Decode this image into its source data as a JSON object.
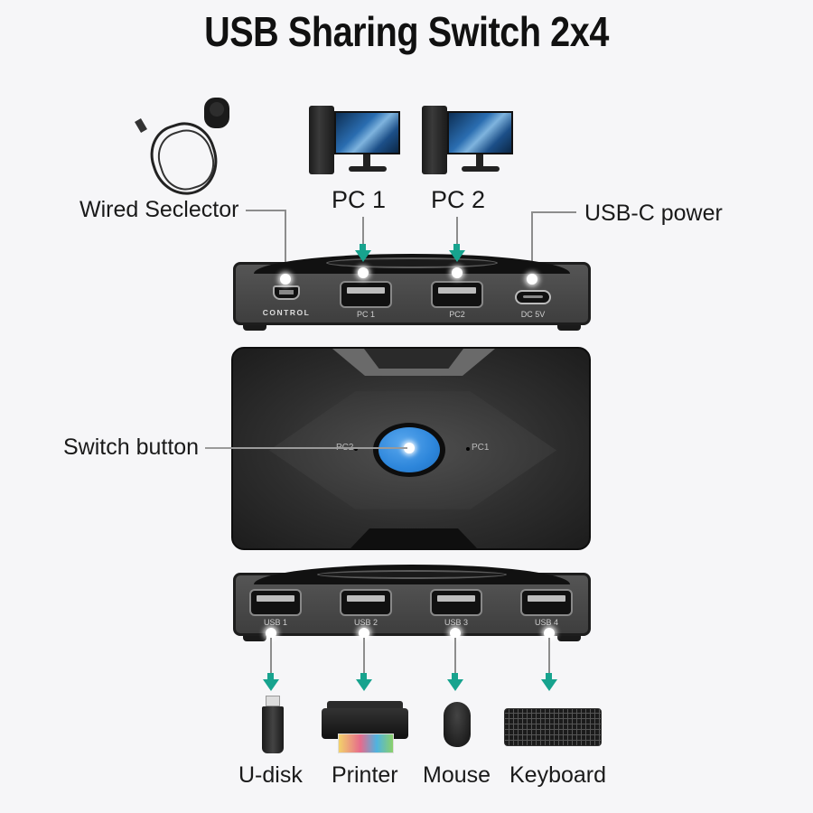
{
  "title": "USB Sharing Switch 2x4",
  "callouts": {
    "wired_selector": "Wired Seclector",
    "pc1": "PC 1",
    "pc2": "PC 2",
    "usbc_power": "USB-C power",
    "switch_button": "Switch button"
  },
  "top_panel": {
    "ports": [
      {
        "label": "CONTROL",
        "type": "mini-usb"
      },
      {
        "label": "PC 1",
        "type": "usb-a"
      },
      {
        "label": "PC2",
        "type": "usb-a"
      },
      {
        "label": "DC 5V",
        "type": "usb-c"
      }
    ]
  },
  "switch_body": {
    "led_left": "PC2",
    "led_right": "PC1"
  },
  "bottom_panel": {
    "ports": [
      {
        "label": "USB 1"
      },
      {
        "label": "USB 2"
      },
      {
        "label": "USB 3"
      },
      {
        "label": "USB 4"
      }
    ]
  },
  "devices": [
    {
      "label": "U-disk",
      "icon": "usb-flash-drive-icon"
    },
    {
      "label": "Printer",
      "icon": "printer-icon"
    },
    {
      "label": "Mouse",
      "icon": "mouse-icon"
    },
    {
      "label": "Keyboard",
      "icon": "keyboard-icon"
    }
  ],
  "colors": {
    "accent_arrow": "#17a38e",
    "switch_button": "#2d86db",
    "background": "#f6f6f8"
  }
}
